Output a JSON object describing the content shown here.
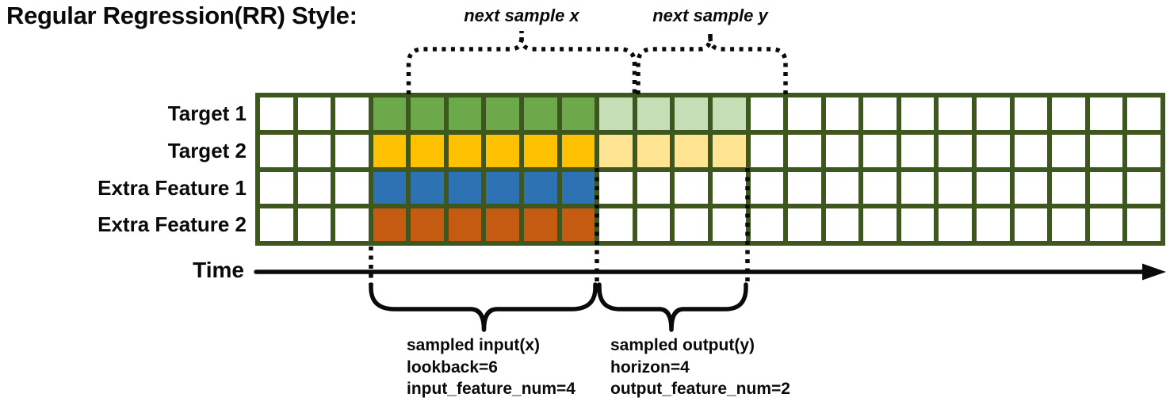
{
  "title": "Regular Regression(RR) Style:",
  "top_annotations": {
    "next_x": "next sample x",
    "next_y": "next sample y"
  },
  "grid": {
    "columns": 24,
    "lead_empty": 3,
    "lookback": 6,
    "horizon": 4,
    "border_color": "#3E571E",
    "empty_color": "#ffffff",
    "rows": [
      {
        "label": "Target 1",
        "input_color": "#6BA94B",
        "output_color": "#C5DEB5",
        "has_output": true
      },
      {
        "label": "Target 2",
        "input_color": "#FDC101",
        "output_color": "#FFE593",
        "has_output": true
      },
      {
        "label": "Extra Feature 1",
        "input_color": "#2D73B4",
        "output_color": null,
        "has_output": false
      },
      {
        "label": "Extra Feature 2",
        "input_color": "#C55A11",
        "output_color": null,
        "has_output": false
      }
    ]
  },
  "time_axis": {
    "label": "Time"
  },
  "bottom_annotations": {
    "input": {
      "lines": [
        "sampled input(x)",
        "lookback=6",
        "input_feature_num=4"
      ]
    },
    "output": {
      "lines": [
        "sampled output(y)",
        "horizon=4",
        "output_feature_num=2"
      ]
    }
  }
}
